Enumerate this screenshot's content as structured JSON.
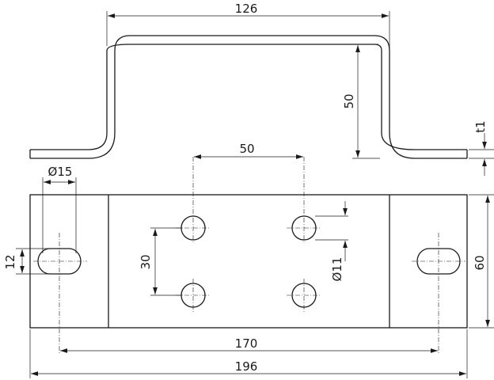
{
  "dimensions": {
    "bracket_width": "126",
    "bracket_height": "50",
    "thickness": "t1",
    "hole_spacing_x": "50",
    "slot_diameter": "Ø15",
    "slot_height": "12",
    "hole_spacing_y": "30",
    "hole_diameter": "Ø11",
    "plate_height": "60",
    "slot_centers": "170",
    "overall_length": "196"
  }
}
